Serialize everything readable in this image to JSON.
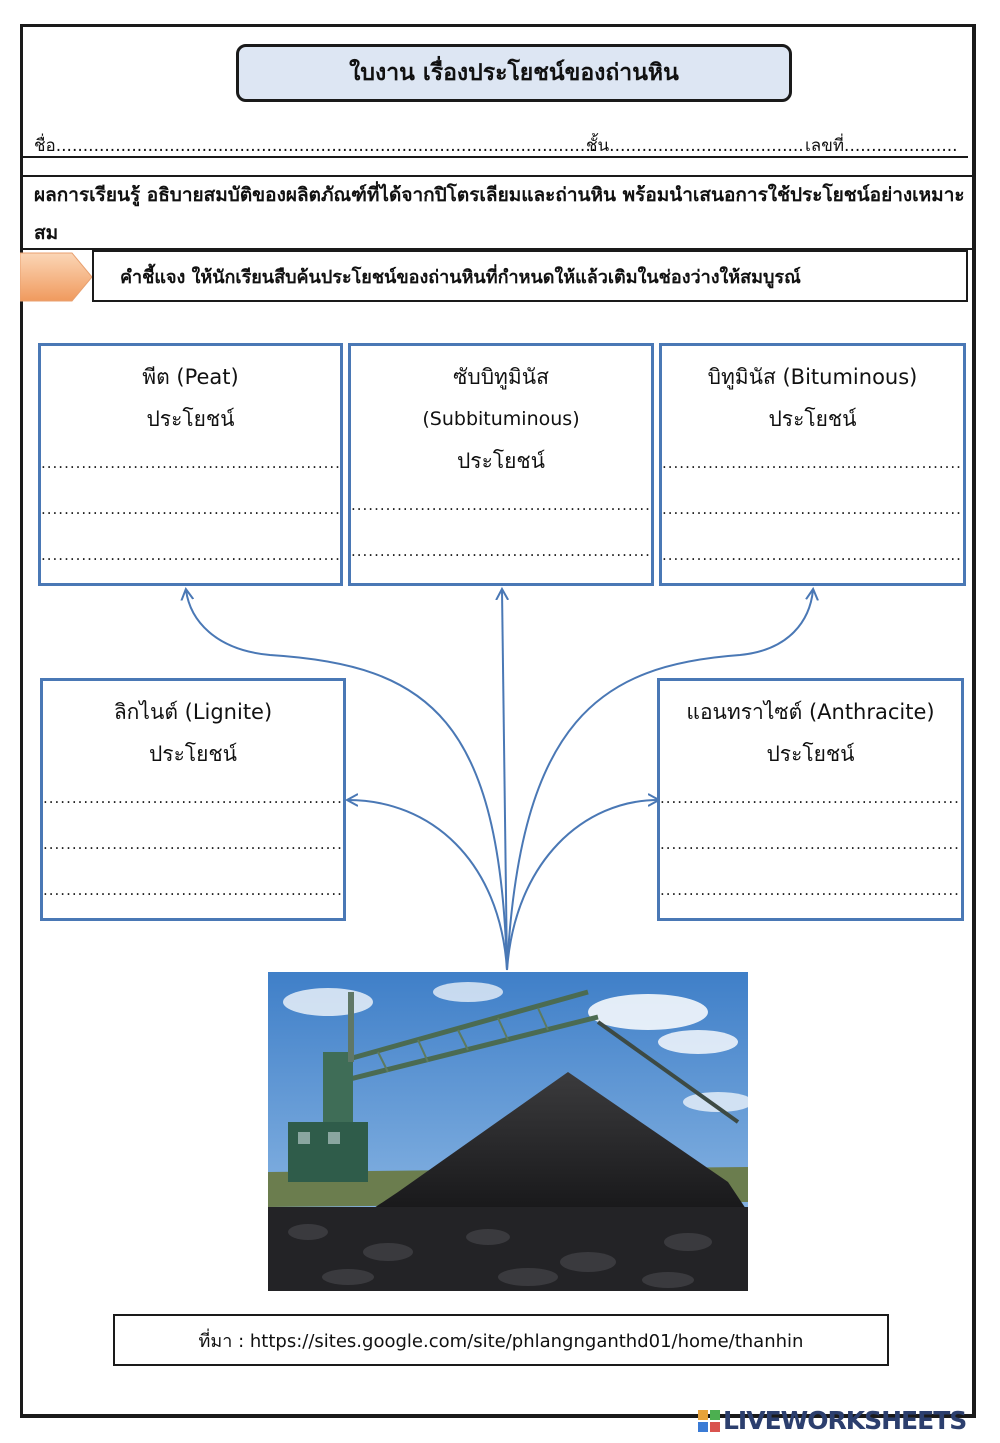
{
  "title": "ใบงาน เรื่องประโยชน์ของถ่านหิน",
  "info": {
    "name": "ชื่อ....................................................................................................",
    "grade": "ชั้น....................................",
    "number": "เลขที่....................."
  },
  "outcome": "ผลการเรียนรู้  อธิบายสมบัติของผลิตภัณฑ์ที่ได้จากปิโตรเลียมและถ่านหิน พร้อมนำเสนอการใช้ประโยชน์อย่างเหมาะสม",
  "instruction": "คำชี้แจง ให้นักเรียนสืบค้นประโยชน์ของถ่านหินที่กำหนดให้แล้วเติมในช่องว่างให้สมบูรณ์",
  "coal_types": {
    "peat": {
      "name": "พีต (Peat)",
      "benefit_label": "ประโยชน์"
    },
    "subbituminous": {
      "name": "ซับบิทูมินัส",
      "name_en": "(Subbituminous)",
      "benefit_label": "ประโยชน์"
    },
    "bituminous": {
      "name": "บิทูมินัส (Bituminous)",
      "benefit_label": "ประโยชน์"
    },
    "lignite": {
      "name": "ลิกไนต์ (Lignite)",
      "benefit_label": "ประโยชน์"
    },
    "anthracite": {
      "name": "แอนทราไซต์ (Anthracite)",
      "benefit_label": "ประโยชน์"
    }
  },
  "answer_blank": "................................................................",
  "source": "ที่มา : https://sites.google.com/site/phlangnganthd01/home/thanhin",
  "watermark": "LIVEWORKSHEETS",
  "colors": {
    "box_border": "#4a78b5",
    "title_fill": "#dde6f3",
    "arrow": "#4a78b5",
    "tag": "#f6b98a"
  }
}
